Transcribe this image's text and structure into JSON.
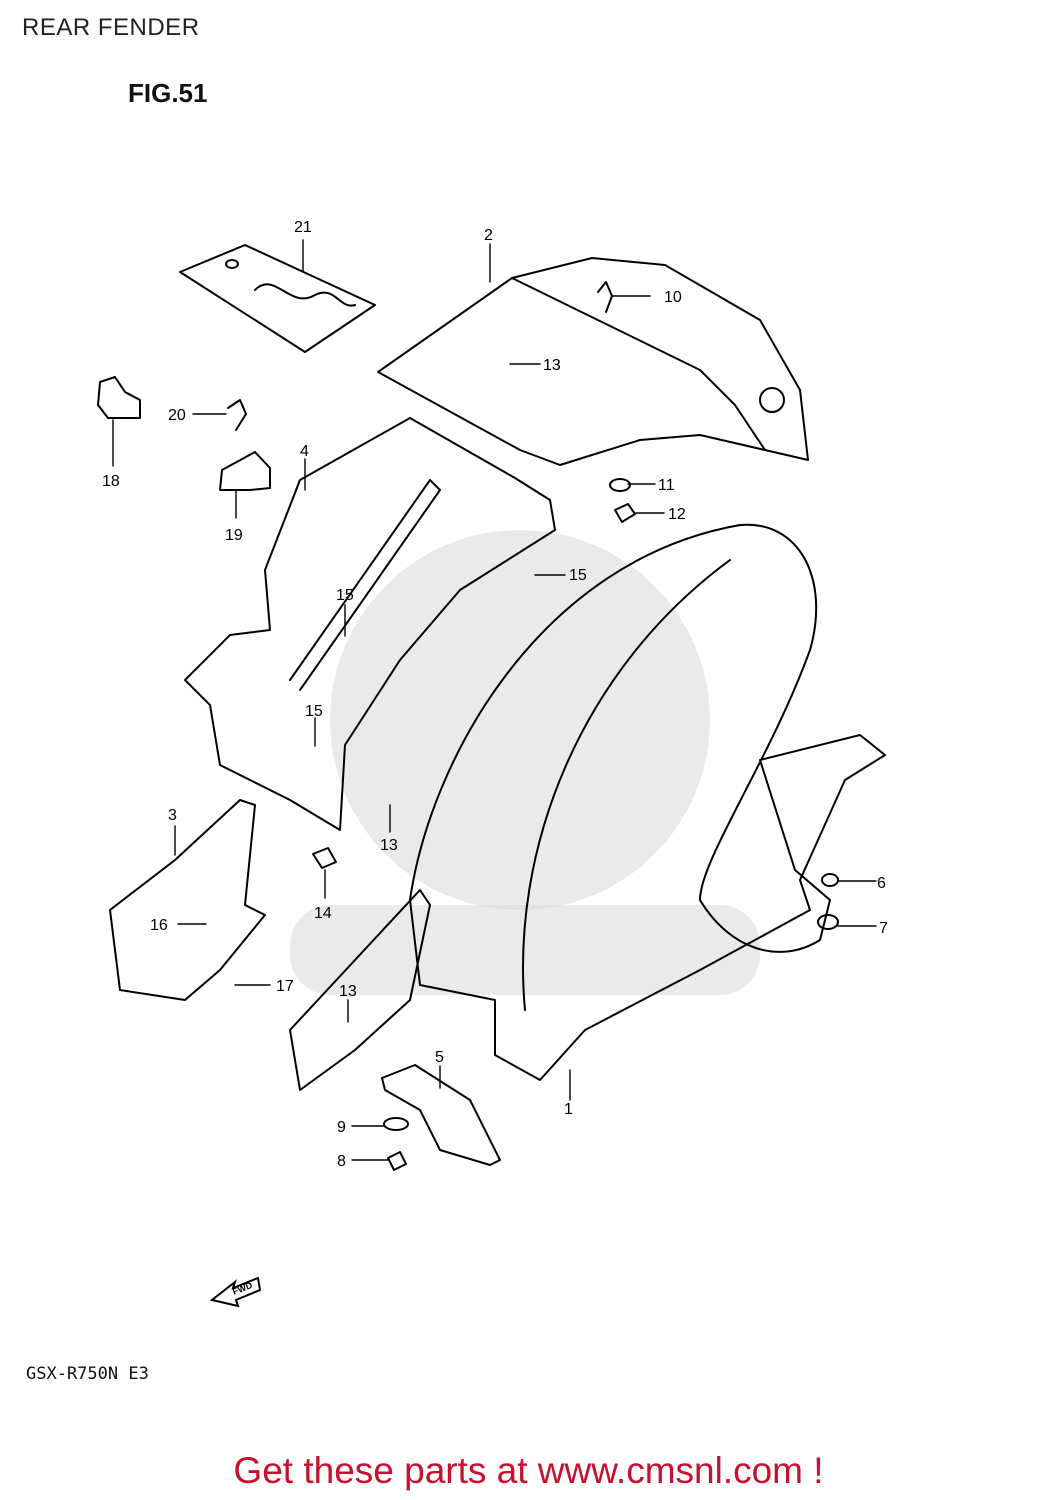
{
  "page": {
    "title": "REAR FENDER",
    "figure": "FIG.51",
    "model": "GSX-R750N E3"
  },
  "footer": {
    "link_text": "Get these parts at www.cmsnl.com !",
    "link_color": "#c8102e"
  },
  "arrow": {
    "label": "FWD"
  },
  "callouts": {
    "c1": "1",
    "c2": "2",
    "c3": "3",
    "c4": "4",
    "c5": "5",
    "c6": "6",
    "c7": "7",
    "c8": "8",
    "c9": "9",
    "c10": "10",
    "c11": "11",
    "c12": "12",
    "c13a": "13",
    "c13b": "13",
    "c13c": "13",
    "c14": "14",
    "c15a": "15",
    "c15b": "15",
    "c15c": "15",
    "c16": "16",
    "c17": "17",
    "c18": "18",
    "c19": "19",
    "c20": "20",
    "c21": "21"
  }
}
